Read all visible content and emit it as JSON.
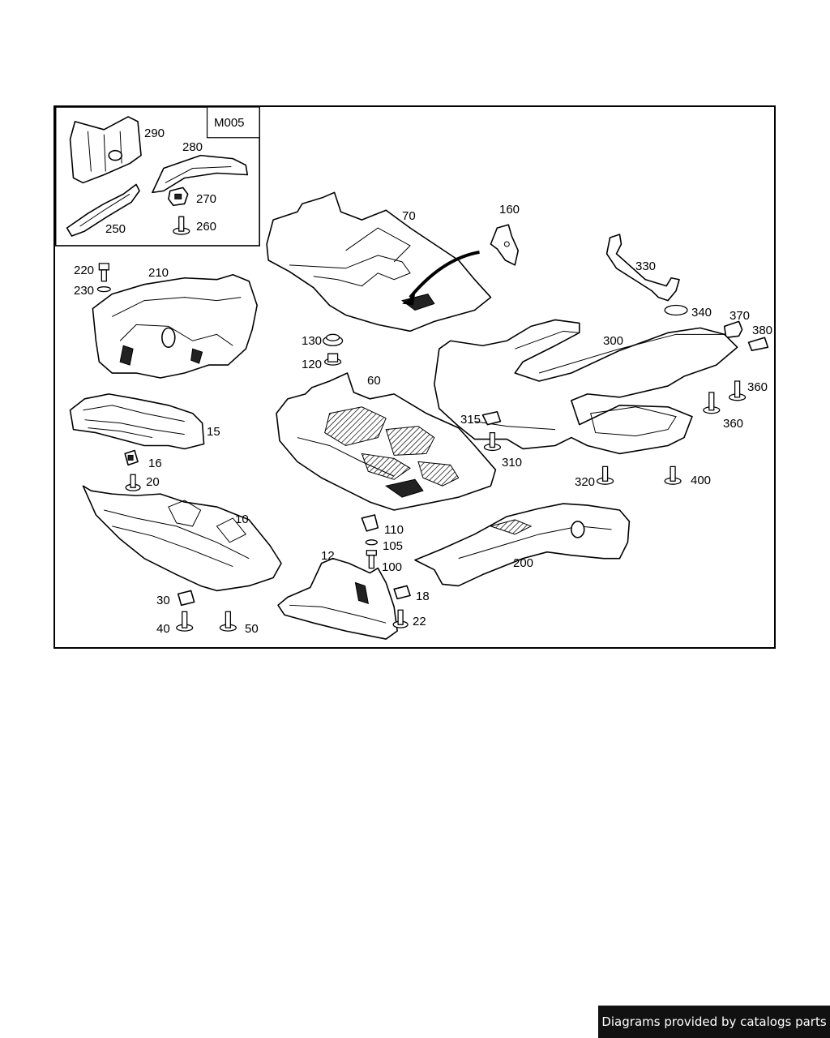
{
  "diagram": {
    "inset_code": "M005",
    "callouts": {
      "p290": "290",
      "p280": "280",
      "p270": "270",
      "p260": "260",
      "p250": "250",
      "p70": "70",
      "p160": "160",
      "p330": "330",
      "p340": "340",
      "p370": "370",
      "p380": "380",
      "p300": "300",
      "p360a": "360",
      "p360b": "360",
      "p220": "220",
      "p230": "230",
      "p210": "210",
      "p130": "130",
      "p120": "120",
      "p60": "60",
      "p15": "15",
      "p16": "16",
      "p20": "20",
      "p315": "315",
      "p310": "310",
      "p320": "320",
      "p400": "400",
      "p10": "10",
      "p110": "110",
      "p105": "105",
      "p100": "100",
      "p12": "12",
      "p18": "18",
      "p22": "22",
      "p200": "200",
      "p30": "30",
      "p40": "40",
      "p50": "50"
    }
  },
  "footer": {
    "text": "Diagrams provided by catalogs parts"
  }
}
